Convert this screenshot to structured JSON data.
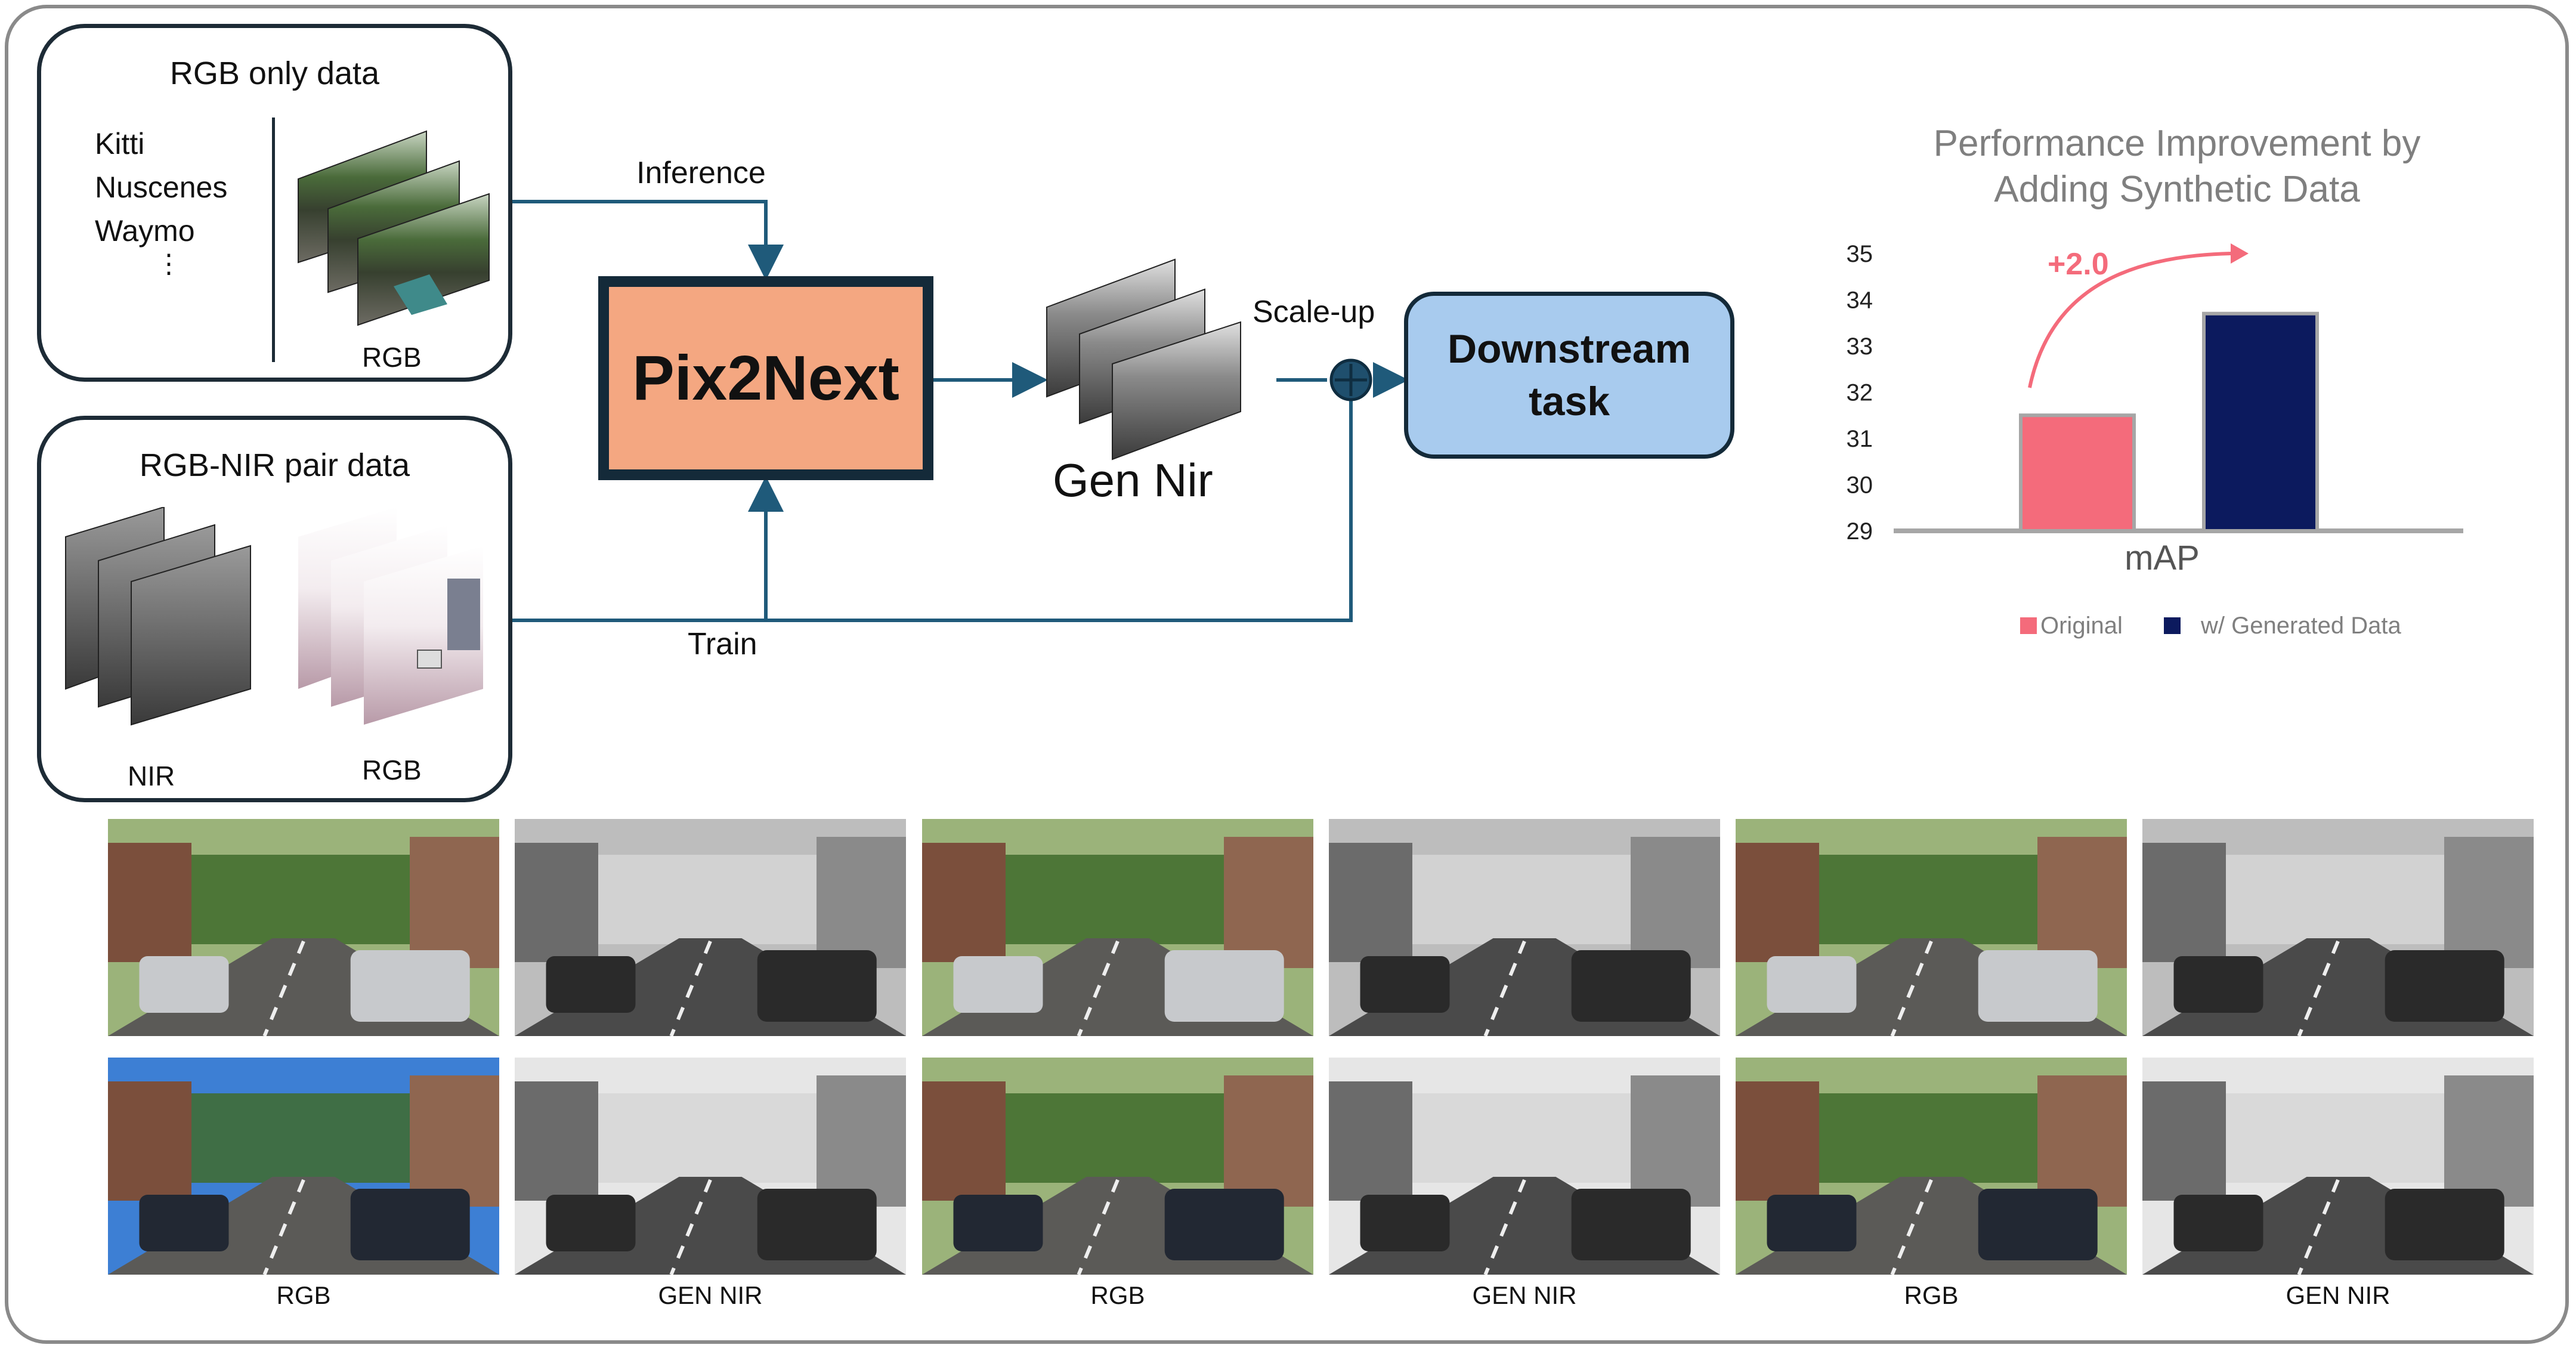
{
  "rgb_only": {
    "title": "RGB only data",
    "datasets": [
      "Kitti",
      "Nuscenes",
      "Waymo",
      "⋮"
    ],
    "stack_label": "RGB"
  },
  "rgb_nir_pair": {
    "title": "RGB-NIR pair data",
    "nir_label": "NIR",
    "rgb_label": "RGB"
  },
  "flow": {
    "inference_label": "Inference",
    "train_label": "Train",
    "model_name": "Pix2Next",
    "gen_label": "Gen Nir",
    "scaleup_label": "Scale-up",
    "downstream_line1": "Downstream",
    "downstream_line2": "task"
  },
  "chart_data": {
    "type": "bar",
    "title": "Performance Improvement by Adding Synthetic Data",
    "title_line1": "Performance Improvement by",
    "title_line2": "Adding Synthetic Data",
    "xlabel": "mAP",
    "categories": [
      "Original",
      "w/ Generated Data"
    ],
    "values": [
      31.5,
      33.7
    ],
    "colors": [
      "#f46b7b",
      "#0c1a5e"
    ],
    "ylim": [
      29,
      35
    ],
    "yticks": [
      29,
      30,
      31,
      32,
      33,
      34,
      35
    ],
    "annotation": "+2.0",
    "annotation_color": "#f46b7b",
    "legend": [
      "Original",
      "w/ Generated Data"
    ],
    "legend_position": "bottom"
  },
  "examples": {
    "captions": [
      "RGB",
      "GEN NIR",
      "RGB",
      "GEN NIR",
      "RGB",
      "GEN NIR"
    ]
  },
  "colors": {
    "arrow": "#1f5a7a",
    "model_fill": "#f4a781",
    "downstream_fill": "#a8cbee",
    "panel_border": "#1d2b36"
  }
}
